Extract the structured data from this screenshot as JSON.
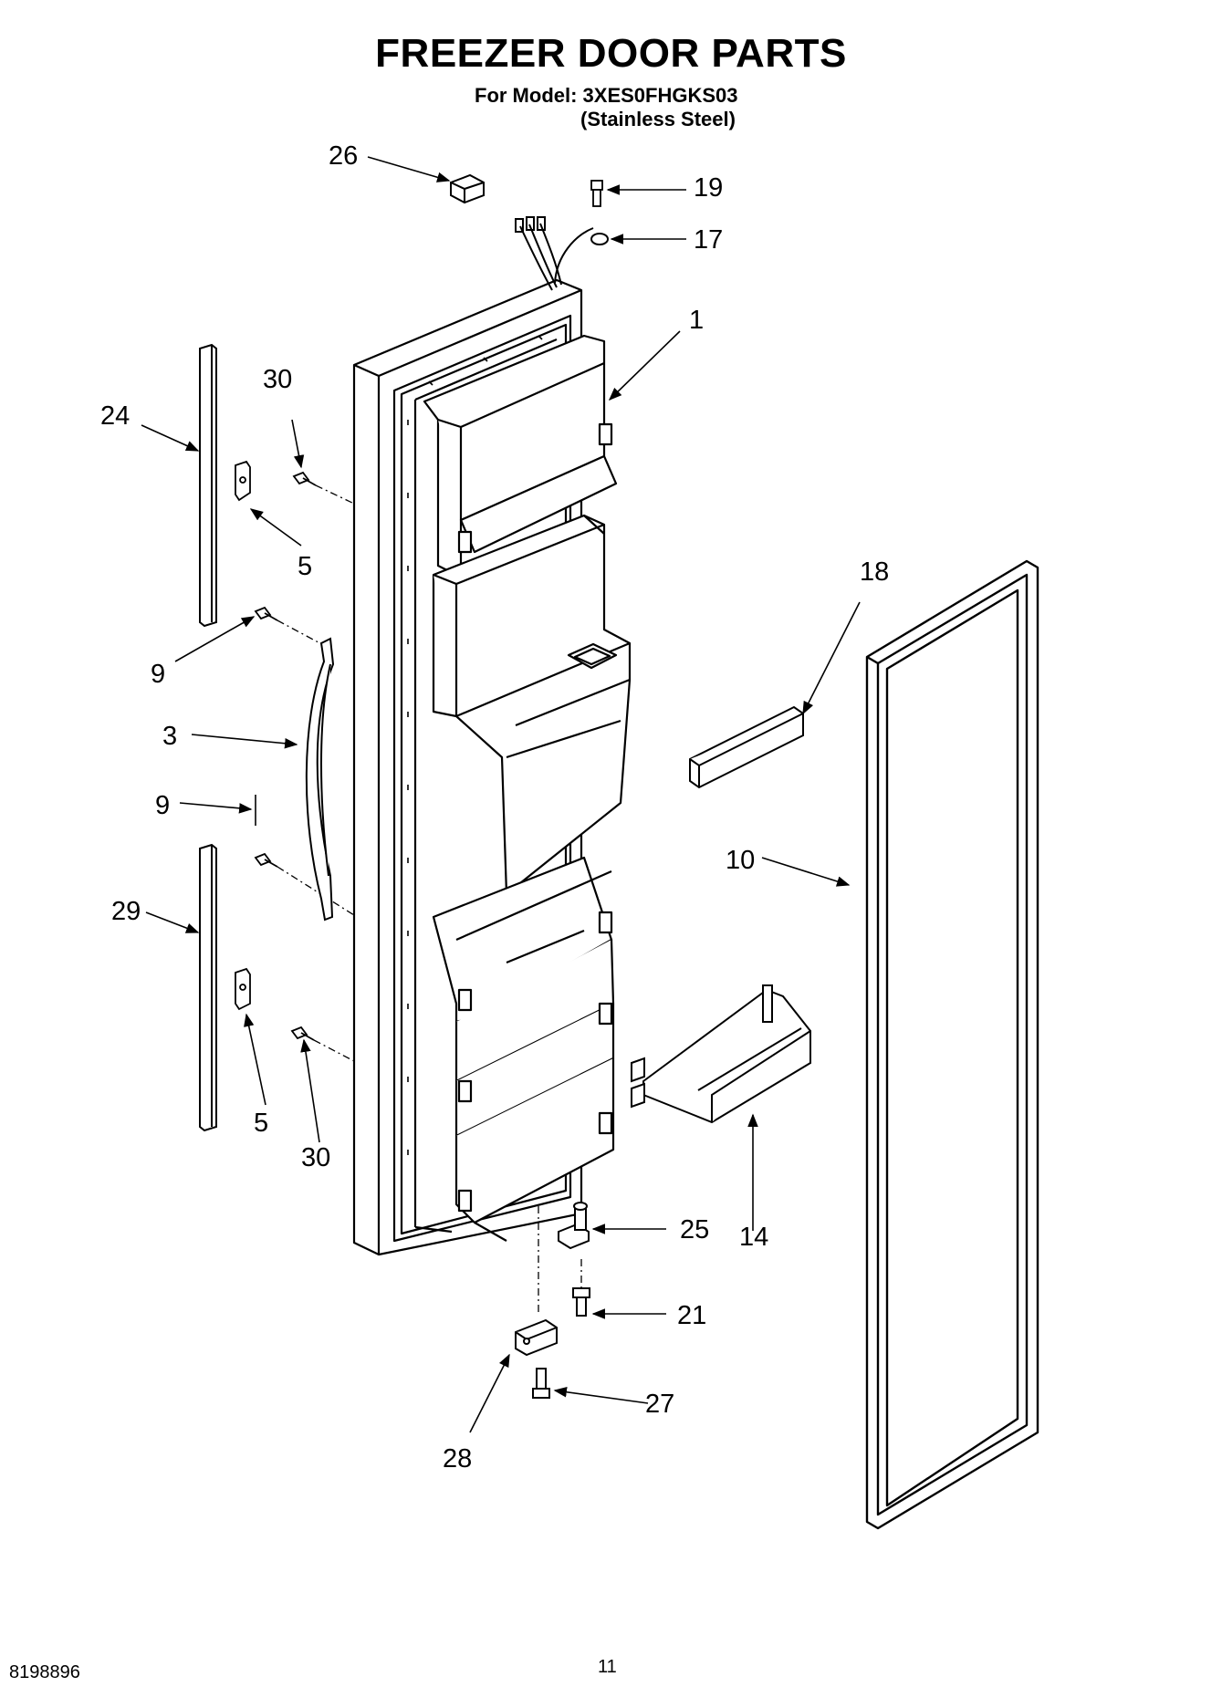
{
  "header": {
    "title": "FREEZER DOOR PARTS",
    "model_line": "For Model: 3XES0FHGKS03",
    "variant_line": "(Stainless Steel)"
  },
  "footer": {
    "doc_number": "8198896",
    "page_number": "11"
  },
  "callouts": [
    {
      "id": "c26",
      "label": "26"
    },
    {
      "id": "c19",
      "label": "19"
    },
    {
      "id": "c17",
      "label": "17"
    },
    {
      "id": "c1",
      "label": "1"
    },
    {
      "id": "c30a",
      "label": "30"
    },
    {
      "id": "c24",
      "label": "24"
    },
    {
      "id": "c5a",
      "label": "5"
    },
    {
      "id": "c18",
      "label": "18"
    },
    {
      "id": "c9a",
      "label": "9"
    },
    {
      "id": "c3",
      "label": "3"
    },
    {
      "id": "c9b",
      "label": "9"
    },
    {
      "id": "c10",
      "label": "10"
    },
    {
      "id": "c29",
      "label": "29"
    },
    {
      "id": "c5b",
      "label": "5"
    },
    {
      "id": "c30b",
      "label": "30"
    },
    {
      "id": "c25",
      "label": "25"
    },
    {
      "id": "c14",
      "label": "14"
    },
    {
      "id": "c21",
      "label": "21"
    },
    {
      "id": "c27",
      "label": "27"
    },
    {
      "id": "c28",
      "label": "28"
    }
  ]
}
